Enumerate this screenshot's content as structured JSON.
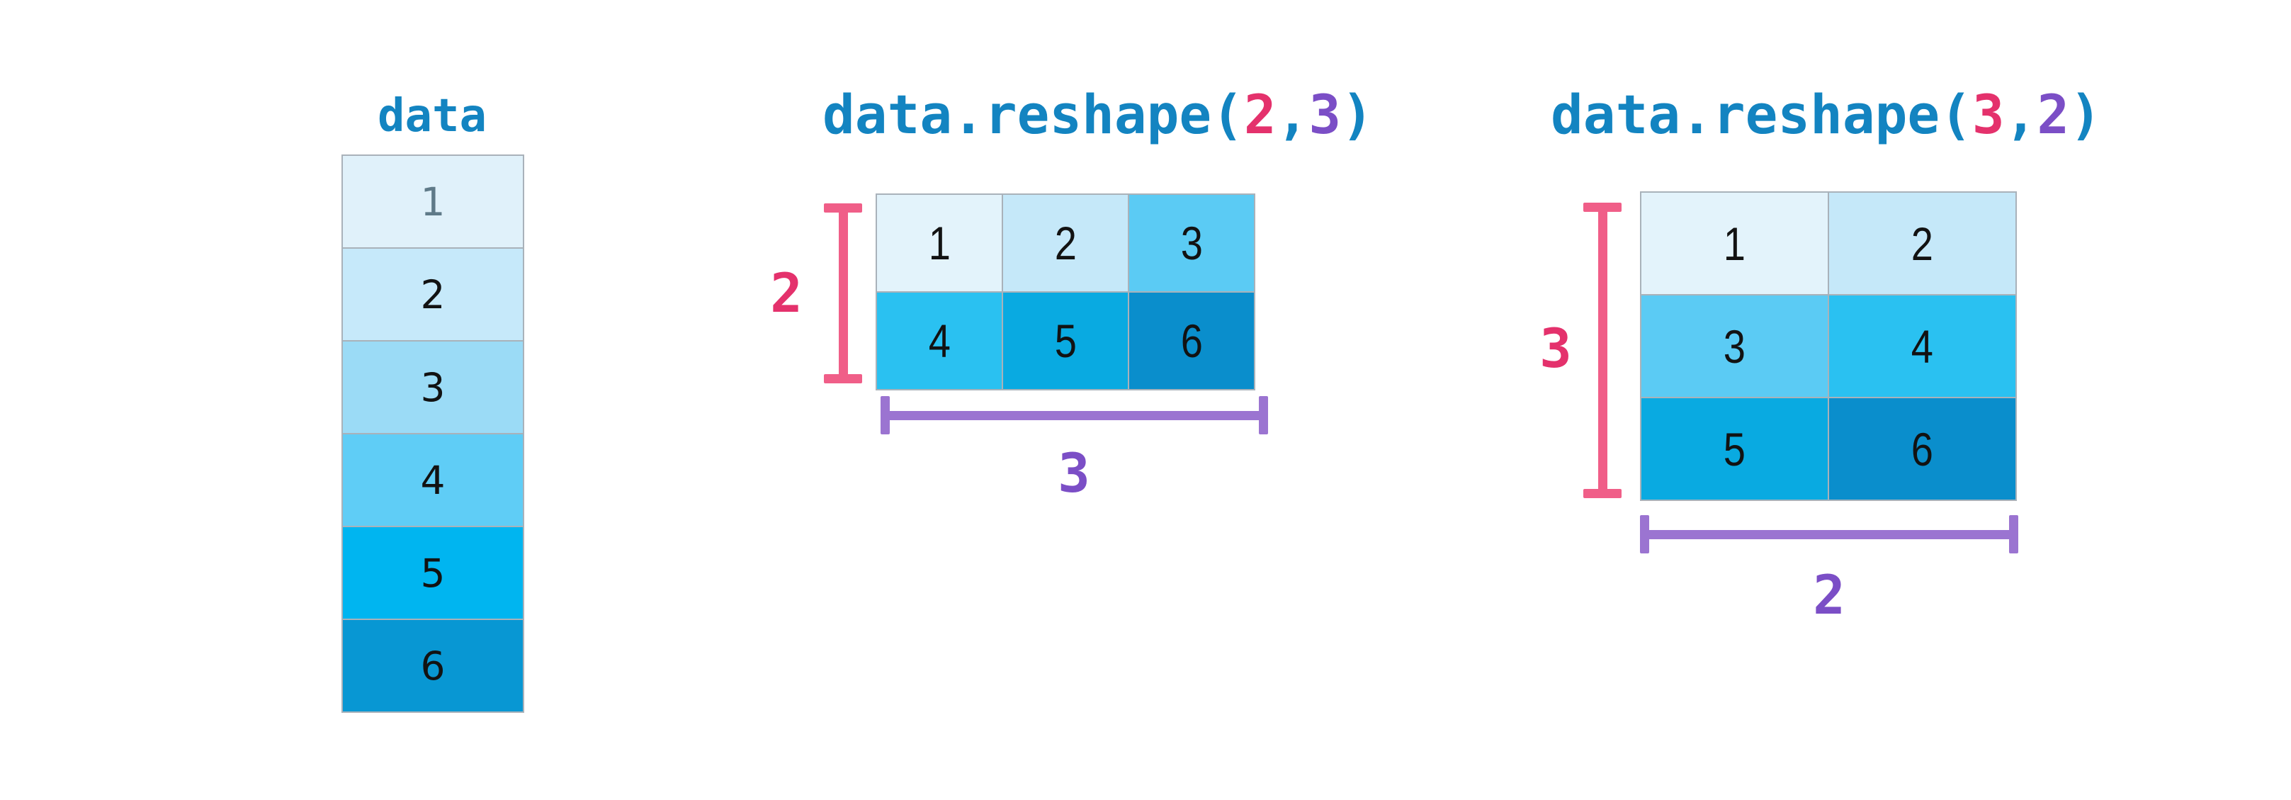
{
  "palette": {
    "background": "#FFFFFF",
    "title_blue": "#1384C1",
    "pink_label": "#E4316C",
    "pink_bracket": "#F05E88",
    "purple_label": "#7B4EC6",
    "purple_bracket": "#9B74D1",
    "cell_border": "#A9B2BA",
    "number_dark": "#121212",
    "number_muted": "#5F7A88"
  },
  "data_column": {
    "title": "data",
    "cells": [
      {
        "value": "1",
        "bg": "#E0F1FA",
        "fg": "#5F7A88"
      },
      {
        "value": "2",
        "bg": "#C6E9FA",
        "fg": "#121212"
      },
      {
        "value": "3",
        "bg": "#9BDBF6",
        "fg": "#121212"
      },
      {
        "value": "4",
        "bg": "#5FCDF6",
        "fg": "#121212"
      },
      {
        "value": "5",
        "bg": "#00B5F0",
        "fg": "#121212"
      },
      {
        "value": "6",
        "bg": "#0897D3",
        "fg": "#121212"
      }
    ]
  },
  "reshape_2_3": {
    "title_segments": [
      {
        "text": "data.reshape(",
        "color": "#1384C1"
      },
      {
        "text": "2",
        "color": "#E4316C"
      },
      {
        "text": ",",
        "color": "#1384C1"
      },
      {
        "text": "3",
        "color": "#7B4EC6"
      },
      {
        "text": ")",
        "color": "#1384C1"
      }
    ],
    "row_label": "2",
    "col_label": "3",
    "cells": [
      {
        "value": "1",
        "bg": "#E3F3FB"
      },
      {
        "value": "2",
        "bg": "#C5E8F9"
      },
      {
        "value": "3",
        "bg": "#5BCBF4"
      },
      {
        "value": "4",
        "bg": "#2AC1F1"
      },
      {
        "value": "5",
        "bg": "#09AAE1"
      },
      {
        "value": "6",
        "bg": "#0A8ECC"
      }
    ]
  },
  "reshape_3_2": {
    "title_segments": [
      {
        "text": "data.reshape(",
        "color": "#1384C1"
      },
      {
        "text": "3",
        "color": "#E4316C"
      },
      {
        "text": ",",
        "color": "#1384C1"
      },
      {
        "text": "2",
        "color": "#7B4EC6"
      },
      {
        "text": ")",
        "color": "#1384C1"
      }
    ],
    "row_label": "3",
    "col_label": "2",
    "cells": [
      {
        "value": "1",
        "bg": "#E3F3FB"
      },
      {
        "value": "2",
        "bg": "#C5E8F9"
      },
      {
        "value": "3",
        "bg": "#5BCBF4"
      },
      {
        "value": "4",
        "bg": "#2AC1F1"
      },
      {
        "value": "5",
        "bg": "#09AAE1"
      },
      {
        "value": "6",
        "bg": "#0A8ECC"
      }
    ]
  }
}
